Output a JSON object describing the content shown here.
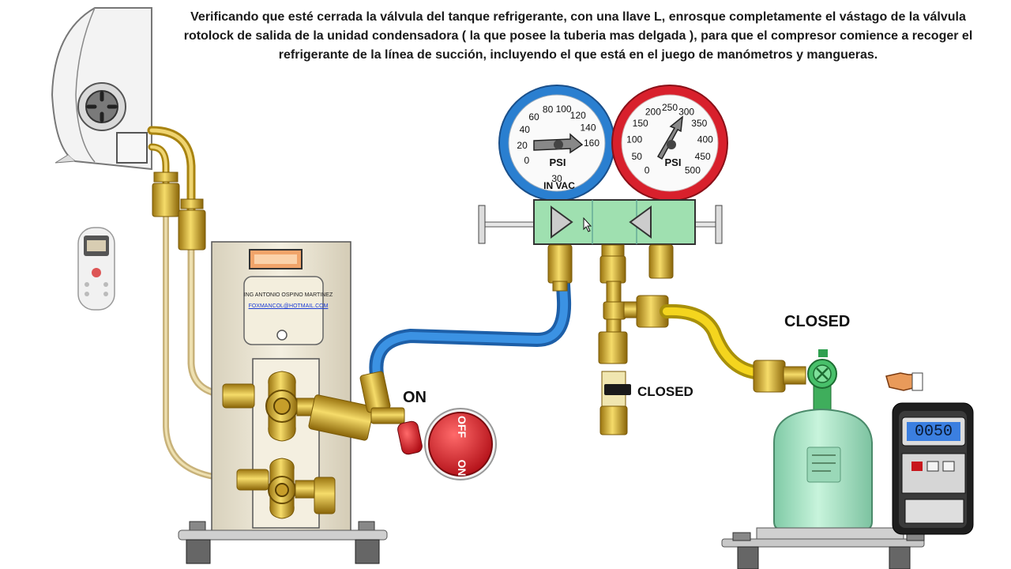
{
  "instruction": "Verificando que esté cerrada la válvula del tanque refrigerante, con una llave L, enrosque completamente el vástago de la válvula rotolock de salida de la unidad condensadora ( la que posee la tuberia mas delgada ), para que el compresor comience a recoger el refrigerante de la línea de succión, incluyendo el que está en el juego de manómetros y mangueras.",
  "condenser": {
    "author": "ING ANTONIO OSPINO MARTINEZ",
    "email": "FOXMANCOL@HOTMAIL.COM"
  },
  "switch": {
    "state_label": "ON",
    "off_text": "OFF",
    "on_text": "ON"
  },
  "low_gauge": {
    "unit": "PSI",
    "vac_unit": "IN VAC",
    "ticks": [
      "0",
      "20",
      "40",
      "60",
      "80",
      "100",
      "120",
      "140",
      "160"
    ],
    "vac_ticks": [
      "30"
    ],
    "color": "#2a7fd0"
  },
  "high_gauge": {
    "unit": "PSI",
    "ticks": [
      "0",
      "50",
      "100",
      "150",
      "200",
      "250",
      "300",
      "350",
      "400",
      "450",
      "500"
    ],
    "color": "#d8202c"
  },
  "tee_valve": {
    "state_label": "CLOSED"
  },
  "tank": {
    "state_label": "CLOSED",
    "color": "#a8e8c8"
  },
  "scale": {
    "reading": "0050"
  },
  "colors": {
    "hose_blue": "#2f7fd0",
    "hose_yellow": "#f2d21a",
    "brass": "#e8c048",
    "manifold_green": "#9fe0b0"
  }
}
